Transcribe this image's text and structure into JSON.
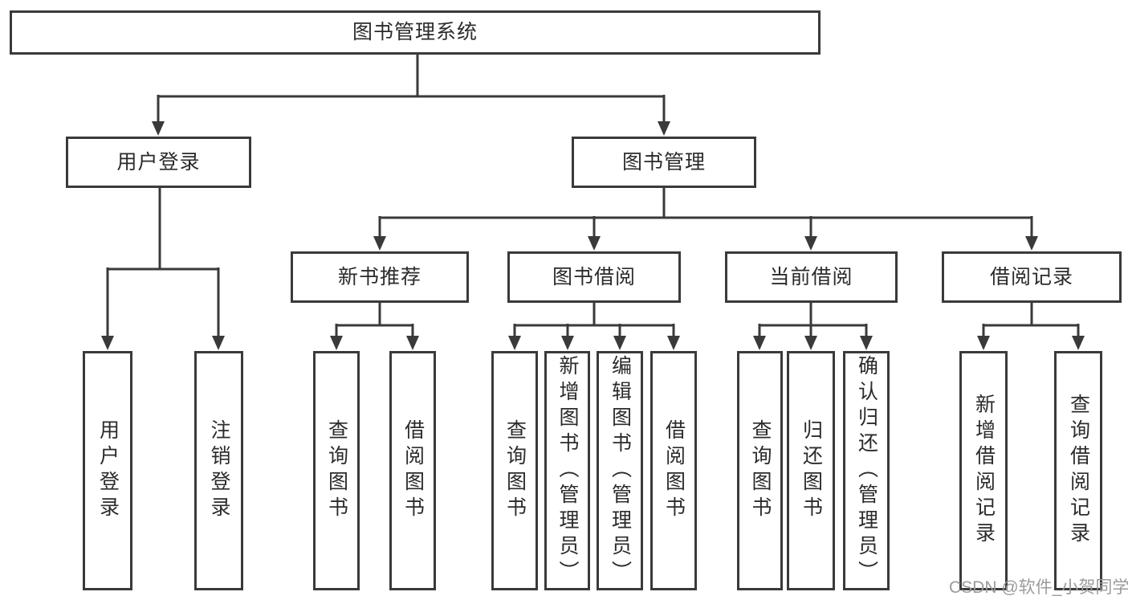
{
  "diagram_title": "图书管理系统",
  "type": "hierarchy-diagram",
  "colors": {
    "line": "#3a3a3a",
    "box_border": "#3a3a3a",
    "text": "#2b2b2b",
    "background": "#ffffff",
    "watermark": "#9b9b9b"
  },
  "tree": {
    "label": "图书管理系统",
    "children": [
      {
        "label": "用户登录",
        "children": [
          {
            "label": "用户登录"
          },
          {
            "label": "注销登录"
          }
        ]
      },
      {
        "label": "图书管理",
        "children": [
          {
            "label": "新书推荐",
            "children": [
              {
                "label": "查询图书"
              },
              {
                "label": "借阅图书"
              }
            ]
          },
          {
            "label": "图书借阅",
            "children": [
              {
                "label": "查询图书"
              },
              {
                "label": "新增图书（管理员）"
              },
              {
                "label": "编辑图书（管理员）"
              },
              {
                "label": "借阅图书"
              }
            ]
          },
          {
            "label": "当前借阅",
            "children": [
              {
                "label": "查询图书"
              },
              {
                "label": "归还图书"
              },
              {
                "label": "确认归还（管理员）"
              }
            ]
          },
          {
            "label": "借阅记录",
            "children": [
              {
                "label": "新增借阅记录"
              },
              {
                "label": "查询借阅记录"
              }
            ]
          }
        ]
      }
    ]
  },
  "watermark": {
    "text": "CSDN @软件_小贺同学"
  }
}
